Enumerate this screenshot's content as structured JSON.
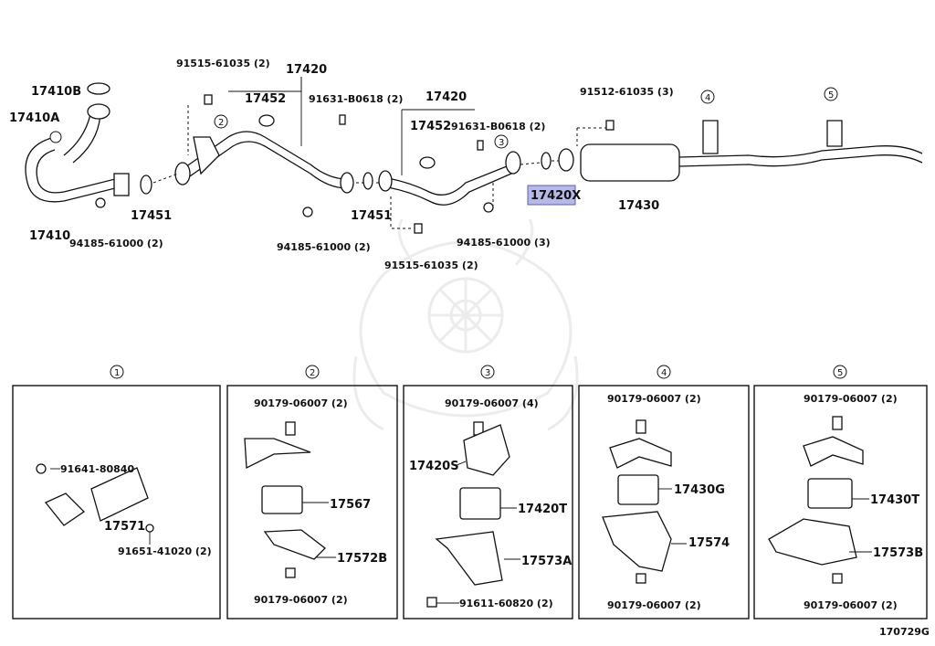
{
  "diagram": {
    "code": "170729G",
    "highlight_part": "17420X",
    "parts_top": {
      "p17410B": "17410B",
      "p17410A": "17410A",
      "p17410": "17410",
      "p94185_61000_2a": "94185-61000 (2)",
      "p17451a": "17451",
      "p91515_61035_2a": "91515-61035 (2)",
      "p17420a": "17420",
      "p17452a": "17452",
      "p91631_B0618_2a": "91631-B0618 (2)",
      "p94185_61000_2b": "94185-61000 (2)",
      "p17451b": "17451",
      "p17420b": "17420",
      "p17452b": "17452",
      "p91631_B0618_2b": "91631-B0618 (2)",
      "p91515_61035_2b": "91515-61035 (2)",
      "p94185_61000_3": "94185-61000 (3)",
      "p17420X": "17420X",
      "p91512_61035_3": "91512-61035 (3)",
      "p17430": "17430"
    },
    "callouts": [
      "1",
      "2",
      "3",
      "4",
      "5"
    ],
    "panels": [
      {
        "num": "1",
        "labels": [
          "91641-80840",
          "17571",
          "91651-41020 (2)"
        ]
      },
      {
        "num": "2",
        "labels": [
          "90179-06007 (2)",
          "17567",
          "17572B",
          "90179-06007 (2)"
        ]
      },
      {
        "num": "3",
        "labels": [
          "90179-06007 (4)",
          "17420S",
          "17420T",
          "17573A",
          "91611-60820 (2)"
        ]
      },
      {
        "num": "4",
        "labels": [
          "90179-06007 (2)",
          "17430G",
          "17574",
          "90179-06007 (2)"
        ]
      },
      {
        "num": "5",
        "labels": [
          "90179-06007 (2)",
          "17430T",
          "17573B",
          "90179-06007 (2)"
        ]
      }
    ]
  }
}
